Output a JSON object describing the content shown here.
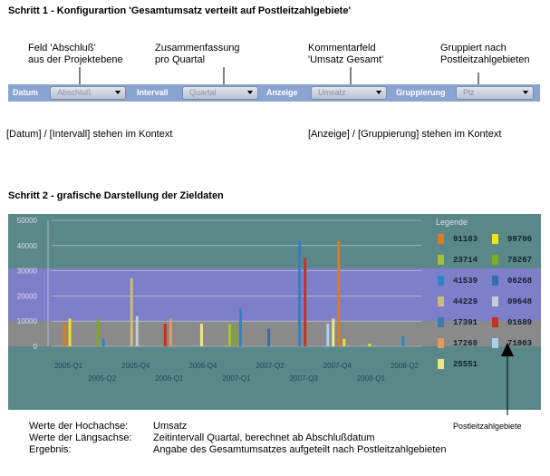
{
  "step1": {
    "title": "Schritt 1 - Konfigurartion 'Gesamtumsatz verteilt auf Postleitzahlgebiete'",
    "annotations": [
      {
        "l1": "Feld 'Abschluß'",
        "l2": "aus der Projektebene"
      },
      {
        "l1": "Zusammenfassung",
        "l2": "pro Quartal"
      },
      {
        "l1": "Kommentarfeld",
        "l2": "'Umsatz Gesamt'"
      },
      {
        "l1": "Gruppiert nach",
        "l2": "Postleitzahlgebieten"
      }
    ],
    "toolbar": {
      "datum_label": "Datum",
      "datum_value": "Abschluß",
      "intervall_label": "Intervall",
      "intervall_value": "Quartal",
      "anzeige_label": "Anzeige",
      "anzeige_value": "Umsatz",
      "gruppierung_label": "Gruppierung",
      "gruppierung_value": "Plz"
    },
    "note_left": "[Datum] / [Intervall] stehen im Kontext",
    "note_right": "[Anzeige]  /  [Gruppierung] stehen im Kontext"
  },
  "step2": {
    "title": "Schritt 2 -  grafische Darstellung der Zieldaten",
    "legend_title": "Legende",
    "legend": [
      {
        "label": "91183",
        "color": "#e07a1e"
      },
      {
        "label": "99706",
        "color": "#f2e21a"
      },
      {
        "label": "23714",
        "color": "#a6be3a"
      },
      {
        "label": "78267",
        "color": "#7cab1c"
      },
      {
        "label": "41539",
        "color": "#2a86c8"
      },
      {
        "label": "06268",
        "color": "#2f6fb0"
      },
      {
        "label": "44229",
        "color": "#c9bd7a"
      },
      {
        "label": "09648",
        "color": "#c4ccd4"
      },
      {
        "label": "17391",
        "color": "#3a7cb8"
      },
      {
        "label": "01689",
        "color": "#c8301e"
      },
      {
        "label": "17268",
        "color": "#e39a58"
      },
      {
        "label": "71003",
        "color": "#a8d0f0"
      },
      {
        "label": "25551",
        "color": "#efe68a"
      }
    ],
    "footer": {
      "row1_label": "Werte der Hochachse:",
      "row1_value": "Umsatz",
      "row2_label": "Werte der Längsachse:",
      "row2_value": "Zeitintervall Quartal, berechnet ab Abschlußdatum",
      "row3_label": "Ergebnis:",
      "row3_value": "Angabe des Gesamtumsatzes aufgeteilt nach Postleitzahlgebieten",
      "plz_label": "Postleitzahlgebiete"
    }
  },
  "chart_data": {
    "type": "bar",
    "ylim": [
      0,
      50000
    ],
    "yticks": [
      0,
      10000,
      20000,
      30000,
      40000,
      50000
    ],
    "categories": [
      "2005-Q1",
      "2005-Q2",
      "2005-Q4",
      "2006-Q1",
      "2006-Q4",
      "2007-Q1",
      "2007-Q2",
      "2007-Q3",
      "2007-Q4",
      "2008-Q1",
      "2008-Q2"
    ],
    "values": [
      [
        9000,
        11000
      ],
      [
        11000,
        3000
      ],
      [
        27000,
        12000
      ],
      [
        9000,
        11000
      ],
      [
        9000
      ],
      [
        9000,
        8000,
        15000
      ],
      [
        7000
      ],
      [
        42000,
        35000
      ],
      [
        9000,
        11000,
        42000,
        3000
      ],
      [
        1000
      ],
      [
        4000
      ]
    ]
  }
}
